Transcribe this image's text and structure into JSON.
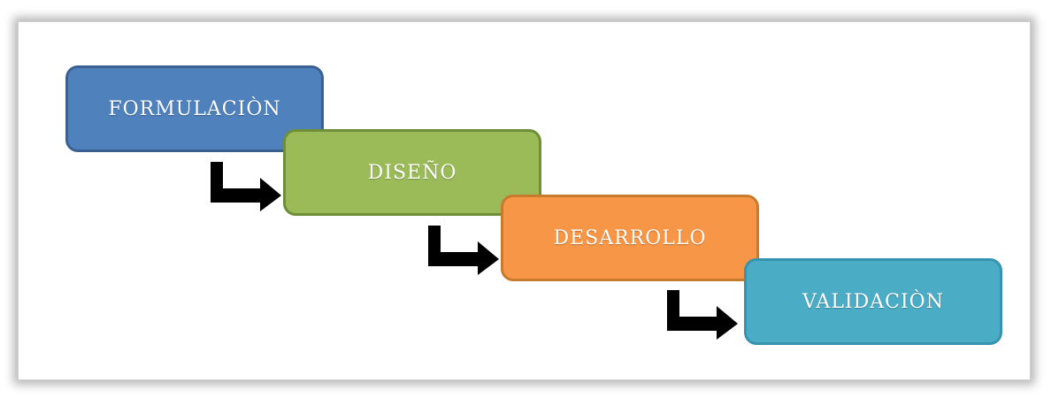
{
  "steps": [
    {
      "label": "FORMULACIÒN",
      "color": "#4f81bd"
    },
    {
      "label": "DISEÑO",
      "color": "#9bbb59"
    },
    {
      "label": "DESARROLLO",
      "color": "#f79646"
    },
    {
      "label": "VALIDACIÒN",
      "color": "#4bacc6"
    }
  ],
  "connector_color": "#000000",
  "connector_icon": "elbow-arrow-right-icon"
}
